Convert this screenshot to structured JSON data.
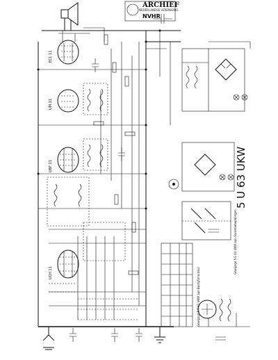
{
  "stamp": {
    "title": "ARCHIEF",
    "subtitle": "NEDERLANDSE VERENIGING",
    "org": "NVHR"
  },
  "model_label": "5 U 63 UKW",
  "tubes": [
    {
      "id": "tube-ecl11",
      "label": "ECL 11"
    },
    {
      "id": "tube-uml1",
      "label": "UM 11"
    },
    {
      "id": "tube-ubf11",
      "label": "UBF 11"
    },
    {
      "id": "tube-uch11",
      "label": "UCH 11"
    }
  ],
  "footnotes": {
    "note_1": "Gewijzigd 5 E 63 UKW aan Bedrijfsmonteur",
    "note_2": "Gewijzigd 5 E 63 UKW aan Garantiebepalingen"
  }
}
